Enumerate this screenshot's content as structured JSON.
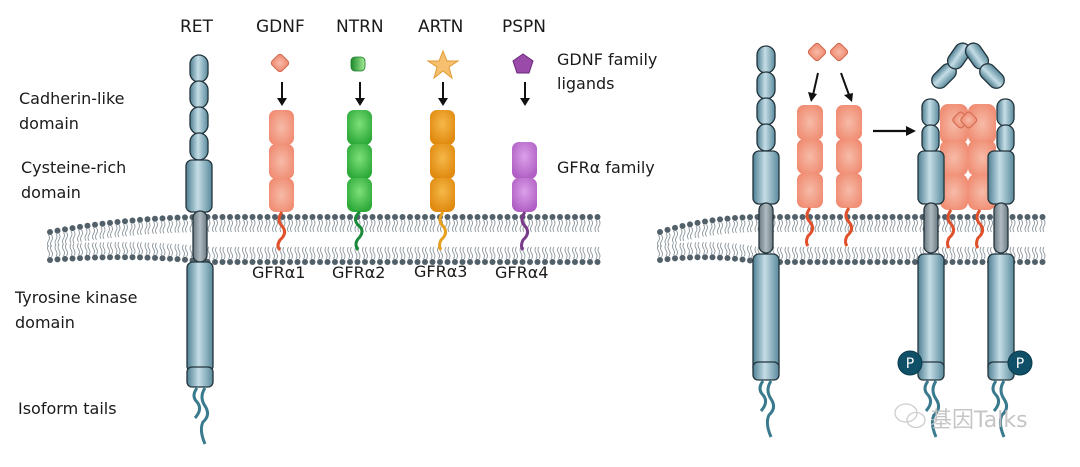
{
  "headers": {
    "ret": "RET",
    "ligands": [
      "GDNF",
      "NTRN",
      "ARTN",
      "PSPN"
    ]
  },
  "side_labels": {
    "cadherin": [
      "Cadherin-like",
      "domain"
    ],
    "cysteine": [
      "Cysteine-rich",
      "domain"
    ],
    "tyrosine": [
      "Tyrosine kinase",
      "domain"
    ],
    "isoform": "Isoform tails"
  },
  "legend": {
    "ligands": [
      "GDNF family",
      "ligands"
    ],
    "gfr_family": "GFRα family"
  },
  "receptors": [
    "GFRα1",
    "GFRα2",
    "GFRα3",
    "GFRα4"
  ],
  "phospho_label": "P",
  "watermark": "基因Talks",
  "colors": {
    "ret": "#7aa8b8",
    "ret_dark": "#2c4a56",
    "ret_tm": "#8a9aa4",
    "gdnf": "#f08a70",
    "gfra1": "#f4a58f",
    "gfra1_tail": "#e0502a",
    "ntrn": "#3cc040",
    "gfra2_tail": "#1a8a3a",
    "artn": "#f0b050",
    "gfra3": "#eb9a1a",
    "gfra3_tail": "#e8a020",
    "pspn": "#9a4aa8",
    "gfra4": "#c070d0",
    "gfra4_tail": "#7a3a8a",
    "membrane": "#5a6a72",
    "phospho": "#0f5068"
  }
}
